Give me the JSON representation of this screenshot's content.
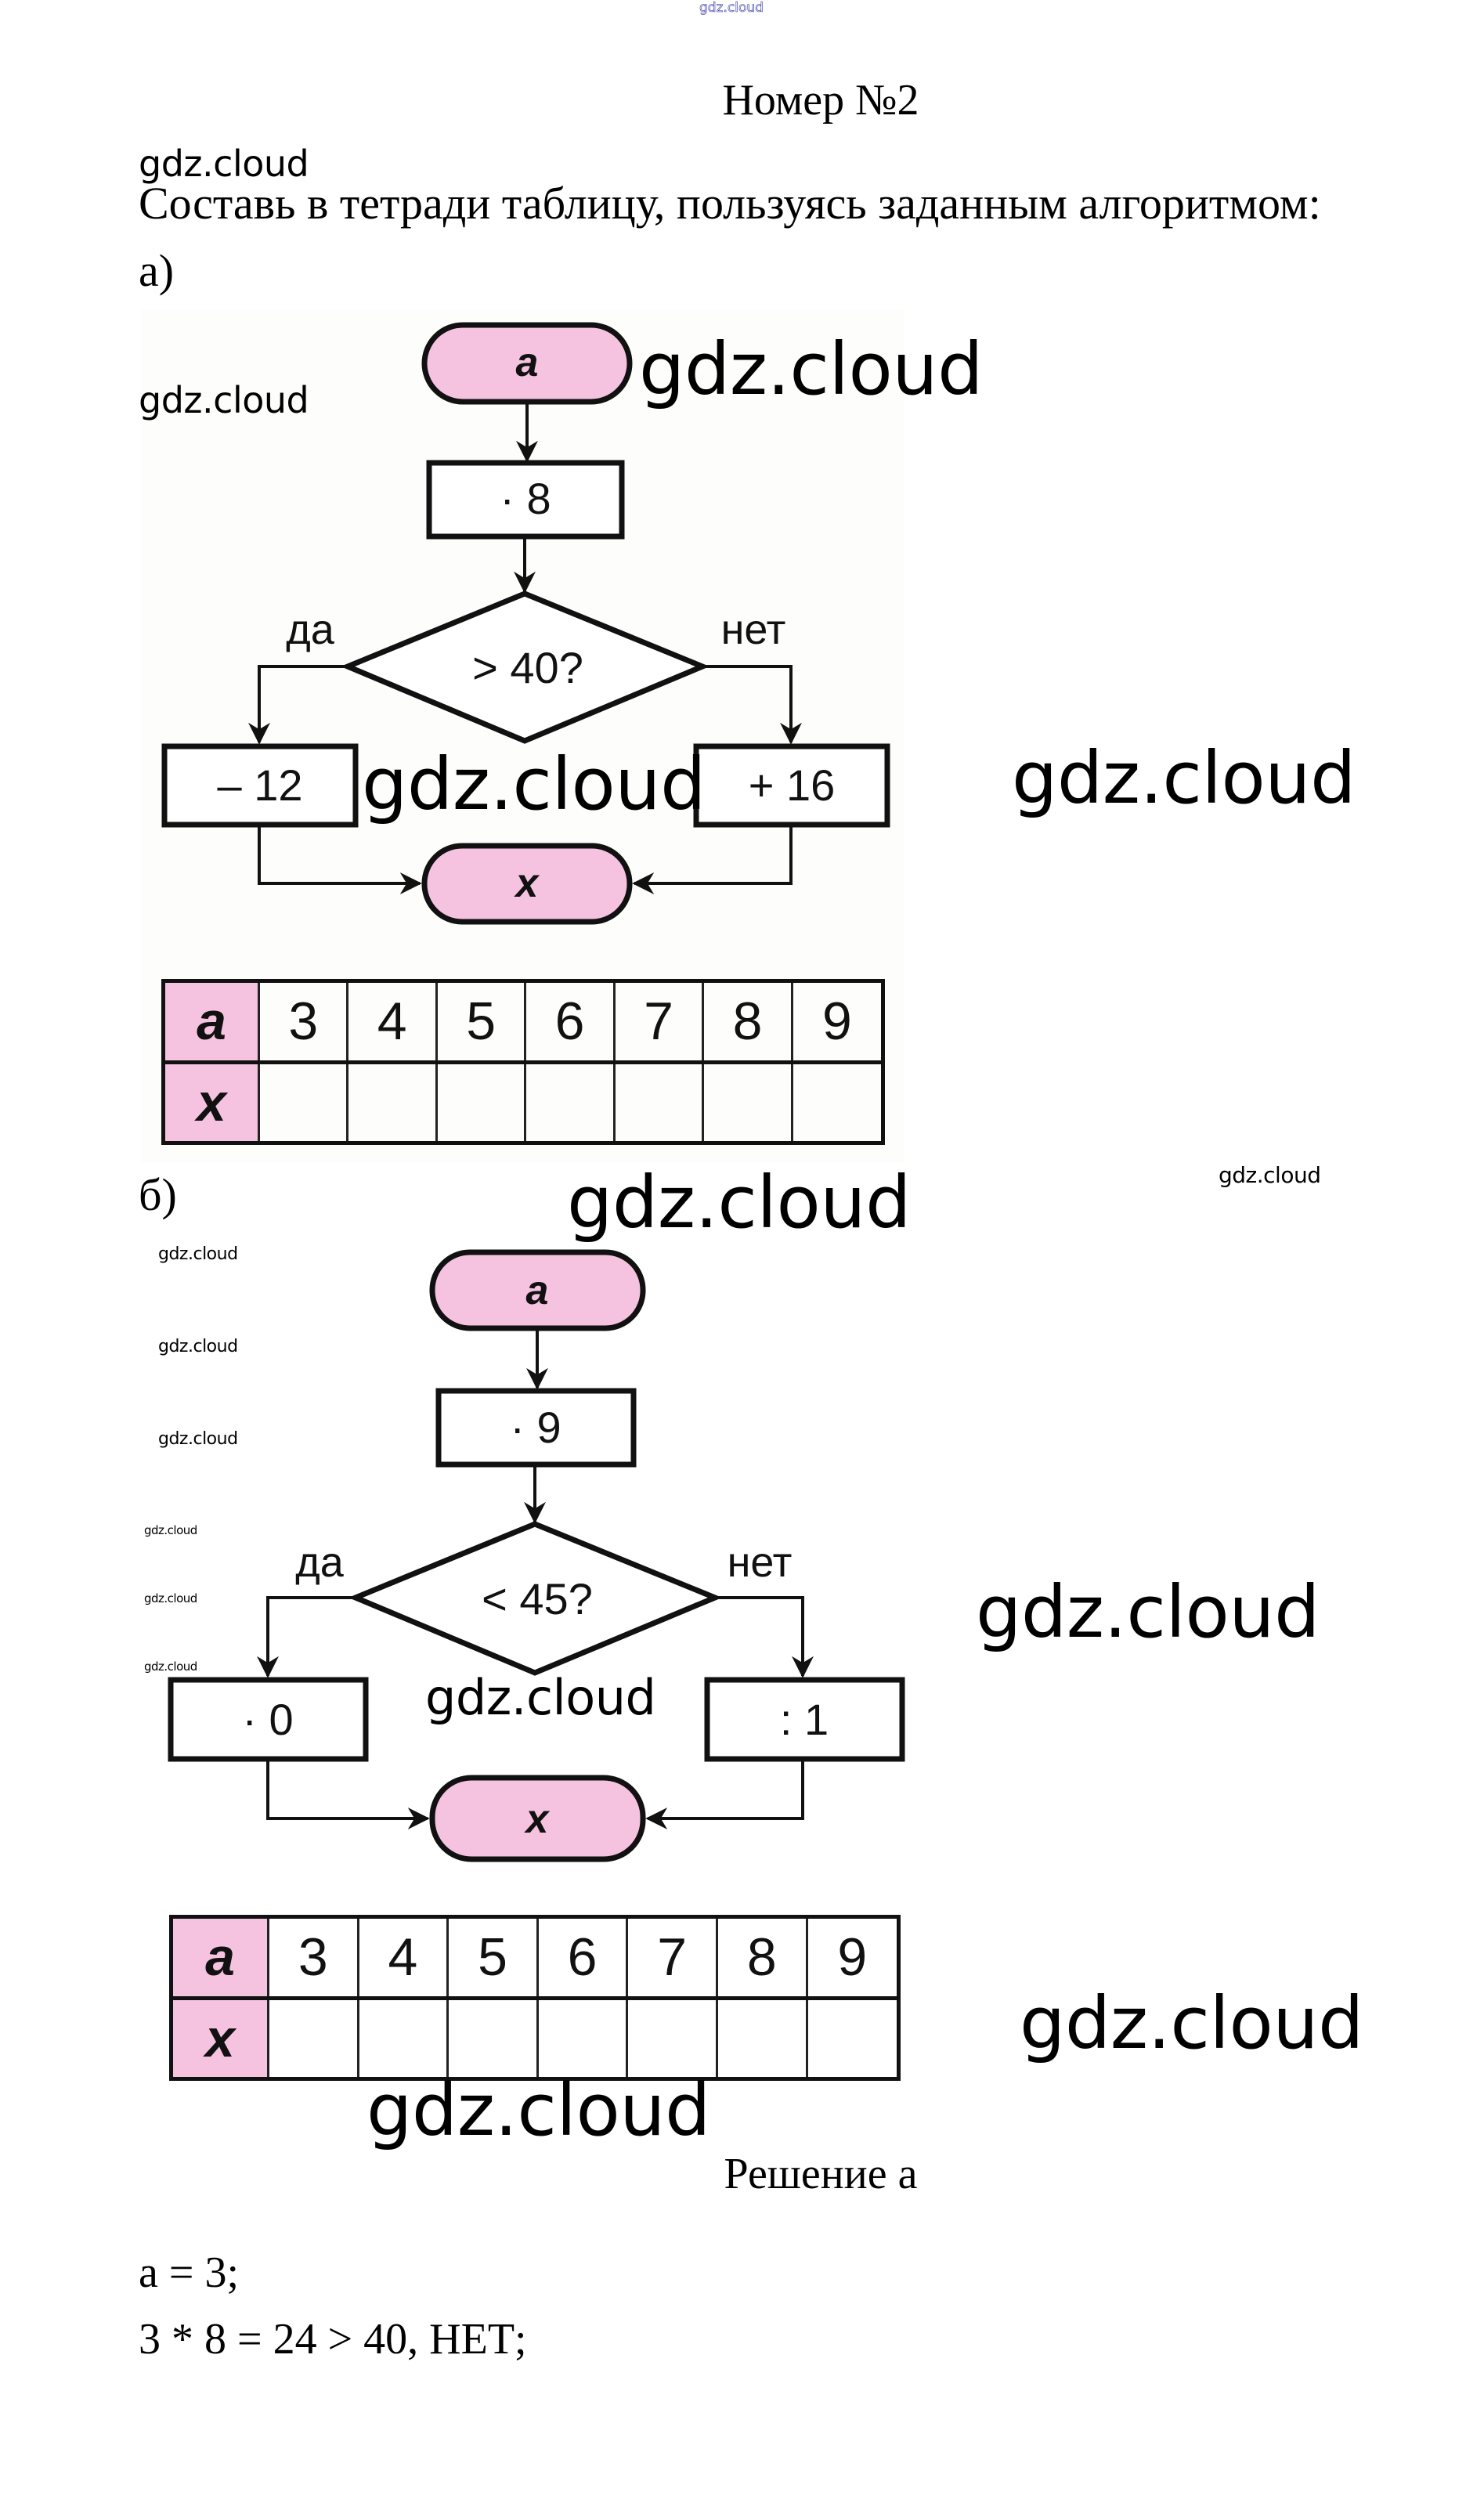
{
  "header_watermark": "gdz.cloud",
  "title": "Номер №2",
  "instruction": "Составь в тетради таблицу, пользуясь заданным алгоритмом:",
  "watermark": "gdz.cloud",
  "part_a": {
    "label": "а)",
    "flowchart": {
      "start": "a",
      "step": "· 8",
      "condition": "> 40?",
      "yes_label": "да",
      "no_label": "нет",
      "yes_action": "– 12",
      "no_action": "+ 16",
      "end": "x"
    },
    "table": {
      "row_a_header": "a",
      "row_x_header": "x",
      "a_values": [
        "3",
        "4",
        "5",
        "6",
        "7",
        "8",
        "9"
      ],
      "x_values": [
        "",
        "",
        "",
        "",
        "",
        "",
        ""
      ]
    }
  },
  "part_b": {
    "label": "б)",
    "flowchart": {
      "start": "a",
      "step": "· 9",
      "condition": "< 45?",
      "yes_label": "да",
      "no_label": "нет",
      "yes_action": "· 0",
      "no_action": ": 1",
      "end": "x"
    },
    "table": {
      "row_a_header": "a",
      "row_x_header": "x",
      "a_values": [
        "3",
        "4",
        "5",
        "6",
        "7",
        "8",
        "9"
      ],
      "x_values": [
        "",
        "",
        "",
        "",
        "",
        "",
        ""
      ]
    }
  },
  "solution": {
    "heading": "Решение а",
    "lines": [
      "a = 3;",
      "3 * 8 = 24 > 40, НЕТ;"
    ]
  },
  "colors": {
    "terminal_fill": "#f5c3e0",
    "stroke": "#111111",
    "header_watermark_stroke": "#2a2aa8"
  }
}
